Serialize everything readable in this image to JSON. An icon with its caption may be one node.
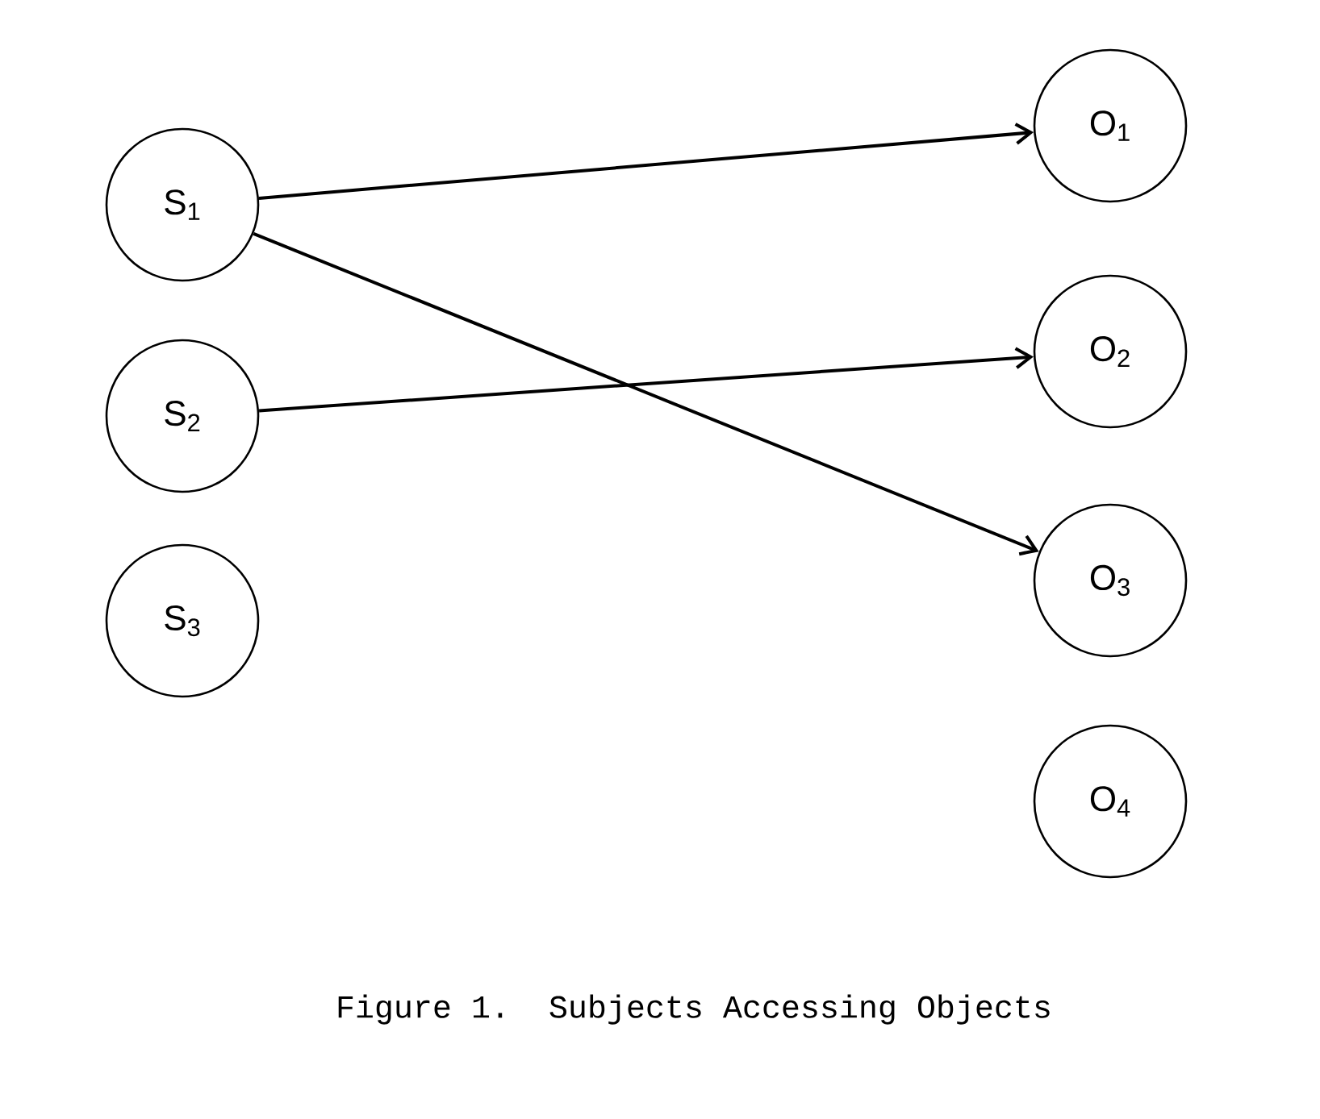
{
  "diagram": {
    "caption": "Figure 1.  Subjects Accessing Objects",
    "nodes": [
      {
        "text": [
          "S$_{1}$"
        ]
      },
      {
        "text": [
          "S$_{2}$"
        ]
      },
      {
        "text": [
          "S$_{3}$"
        ]
      },
      {
        "text": [
          "O$_{1}$"
        ]
      },
      {
        "text": [
          "O$_{2}$"
        ]
      },
      {
        "text": [
          "O$_{3}$"
        ]
      },
      {
        "text": [
          "O$_{4}$"
        ]
      }
    ],
    "edges": [
      {
        "from": 0,
        "to": 3,
        "arrow": "to"
      },
      {
        "from": 0,
        "to": 5,
        "arrow": "to"
      },
      {
        "from": 1,
        "to": 4,
        "arrow": "to"
      }
    ]
  }
}
